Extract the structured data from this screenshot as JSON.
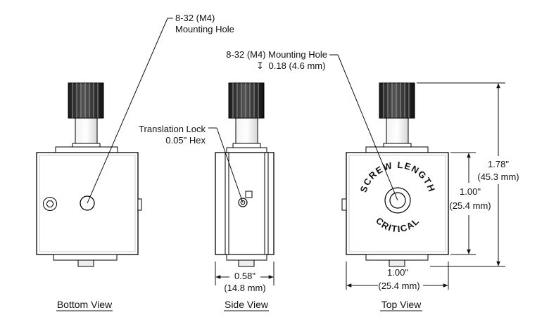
{
  "views": {
    "bottom": {
      "title": "Bottom View"
    },
    "side": {
      "title": "Side View"
    },
    "top": {
      "title": "Top View"
    }
  },
  "callouts": {
    "bottom_hole": {
      "line1": "8-32 (M4)",
      "line2": "Mounting Hole"
    },
    "translation_lock": {
      "line1": "Translation Lock",
      "line2": "0.05\" Hex"
    },
    "top_hole": {
      "line1": "8-32 (M4) Mounting Hole",
      "line2": "0.18 (4.6 mm)",
      "depth_symbol": "↧"
    }
  },
  "engraving": {
    "upper": "SCREW LENGTH",
    "lower": "CRITICAL"
  },
  "dimensions": {
    "side_width": {
      "inch": "0.58\"",
      "mm": "(14.8 mm)"
    },
    "top_width": {
      "inch": "1.00\"",
      "mm": "(25.4 mm)"
    },
    "top_height": {
      "inch": "1.00\"",
      "mm": "(25.4 mm)"
    },
    "overall_height": {
      "inch": "1.78\"",
      "mm": "(45.3 mm)"
    }
  }
}
